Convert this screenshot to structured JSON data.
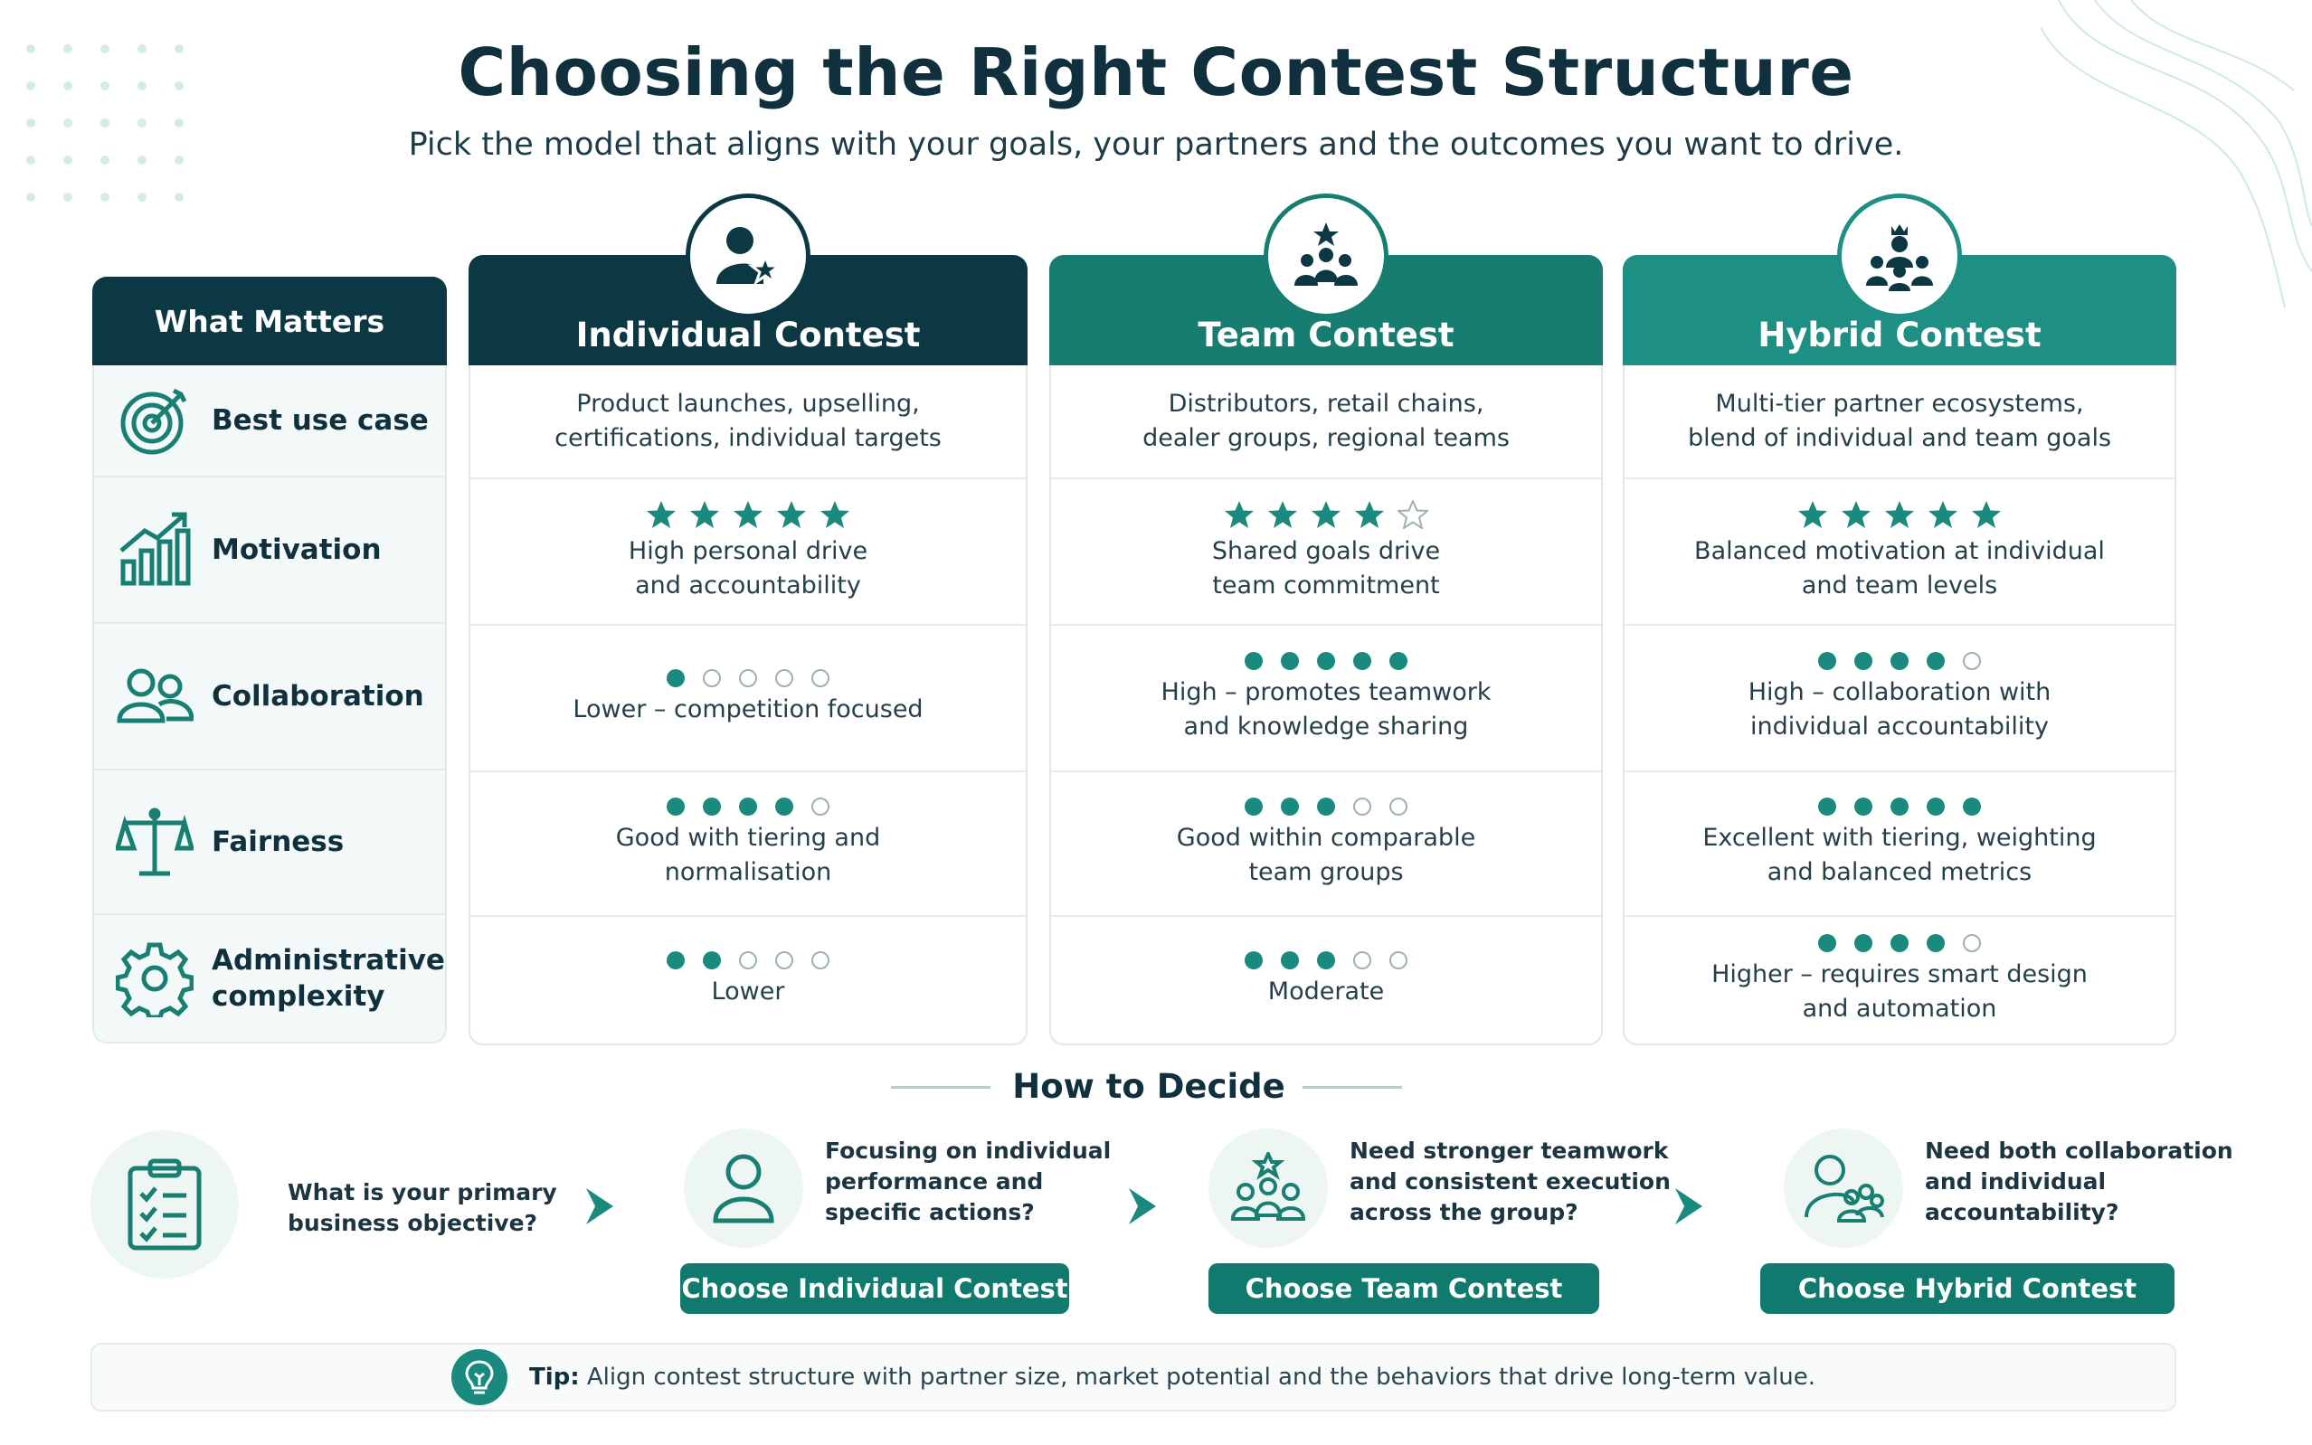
{
  "header": {
    "title": "Choosing the Right Contest Structure",
    "subtitle": "Pick the model that aligns with your goals, your partners and the outcomes you want to drive."
  },
  "colors": {
    "dark_teal": "#0c3844",
    "teal": "#1a8a7e",
    "button": "#0f7a6d"
  },
  "matrix": {
    "header": "What Matters",
    "criteria": [
      {
        "label_1": "Best use case",
        "label_2": "",
        "icon": "target-icon"
      },
      {
        "label_1": "Motivation",
        "label_2": "",
        "icon": "growth-chart-icon"
      },
      {
        "label_1": "Collaboration",
        "label_2": "",
        "icon": "people-icon"
      },
      {
        "label_1": "Fairness",
        "label_2": "",
        "icon": "scales-icon"
      },
      {
        "label_1": "Administrative",
        "label_2": "complexity",
        "icon": "gear-icon"
      }
    ],
    "columns": [
      {
        "title": "Individual Contest",
        "icon": "person-star-icon",
        "use_case": [
          "Product launches, upselling,",
          "certifications, individual targets"
        ],
        "motivation_stars": 5,
        "motivation": [
          "High personal drive",
          "and accountability"
        ],
        "collaboration_dots": 1,
        "collaboration": [
          "Lower – competition focused",
          ""
        ],
        "fairness_dots": 4,
        "fairness": [
          "Good with tiering and",
          "normalisation"
        ],
        "admin_dots": 2,
        "admin": [
          "Lower",
          ""
        ]
      },
      {
        "title": "Team Contest",
        "icon": "team-star-icon",
        "use_case": [
          "Distributors, retail chains,",
          "dealer groups, regional teams"
        ],
        "motivation_stars": 4,
        "motivation": [
          "Shared goals drive",
          "team commitment"
        ],
        "collaboration_dots": 5,
        "collaboration": [
          "High – promotes teamwork",
          "and knowledge sharing"
        ],
        "fairness_dots": 3,
        "fairness": [
          "Good within comparable",
          "team groups"
        ],
        "admin_dots": 3,
        "admin": [
          "Moderate",
          ""
        ]
      },
      {
        "title": "Hybrid Contest",
        "icon": "leader-team-icon",
        "use_case": [
          "Multi-tier partner ecosystems,",
          "blend of individual and team goals"
        ],
        "motivation_stars": 5,
        "motivation": [
          "Balanced motivation at individual",
          "and team levels"
        ],
        "collaboration_dots": 4,
        "collaboration": [
          "High – collaboration with",
          "individual accountability"
        ],
        "fairness_dots": 5,
        "fairness": [
          "Excellent with tiering, weighting",
          "and balanced metrics"
        ],
        "admin_dots": 4,
        "admin": [
          "Higher – requires smart design",
          "and automation"
        ]
      }
    ]
  },
  "decide": {
    "title": "How to Decide",
    "start": {
      "lines": [
        "What is your primary",
        "business objective?"
      ],
      "icon": "clipboard-checklist-icon"
    },
    "steps": [
      {
        "lines": [
          "Focusing on individual",
          "performance and",
          "specific actions?"
        ],
        "button": "Choose Individual Contest",
        "icon": "person-icon"
      },
      {
        "lines": [
          "Need stronger teamwork",
          "and consistent execution",
          "across the group?"
        ],
        "button": "Choose Team Contest",
        "icon": "team-star-icon"
      },
      {
        "lines": [
          "Need both collaboration",
          "and individual",
          "accountability?"
        ],
        "button": "Choose Hybrid Contest",
        "icon": "person-group-icon"
      }
    ]
  },
  "tip": {
    "label": "Tip:",
    "text": "Align contest structure with partner size, market potential and the behaviors that drive long-term value.",
    "icon": "lightbulb-icon"
  }
}
